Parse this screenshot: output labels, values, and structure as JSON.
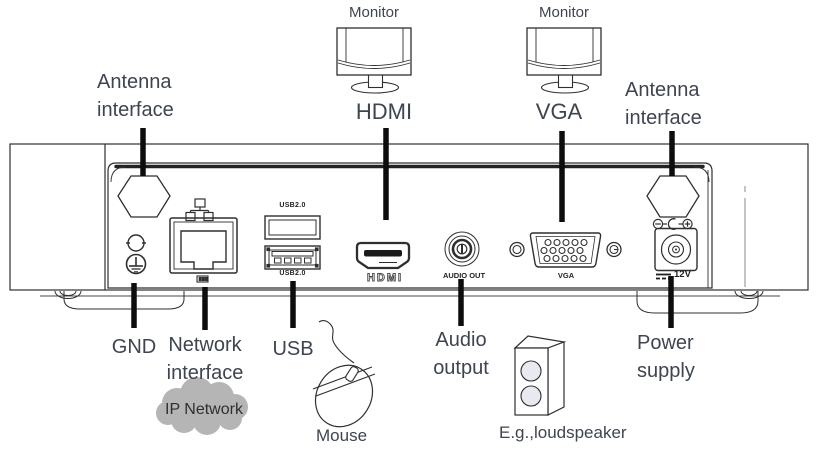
{
  "labels": {
    "monitor_left": "Monitor",
    "monitor_right": "Monitor",
    "hdmi": "HDMI",
    "vga": "VGA",
    "antenna_left_1": "Antenna",
    "antenna_left_2": "interface",
    "antenna_right_1": "Antenna",
    "antenna_right_2": "interface",
    "gnd": "GND",
    "network_1": "Network",
    "network_2": "interface",
    "usb": "USB",
    "audio_1": "Audio",
    "audio_2": "output",
    "power_1": "Power",
    "power_2": "supply",
    "ip_network": "IP Network",
    "mouse": "Mouse",
    "loudspeaker": "E.g.,loudspeaker"
  },
  "panel_labels": {
    "usb_top": "USB2.0",
    "usb_bottom": "USB2.0",
    "audio_out": "AUDIO OUT",
    "vga": "VGA",
    "power": "12V",
    "hdmi_logo": "HDMI"
  },
  "colors": {
    "label_text": "#3e4450",
    "line_art": "#2f2f2f",
    "leader_line": "#0d0d0d",
    "cloud_fill": "#b5b5b5",
    "speaker_cone_fill": "#e9eaef",
    "hdmi_slot_fill": "#1a1a1a"
  }
}
